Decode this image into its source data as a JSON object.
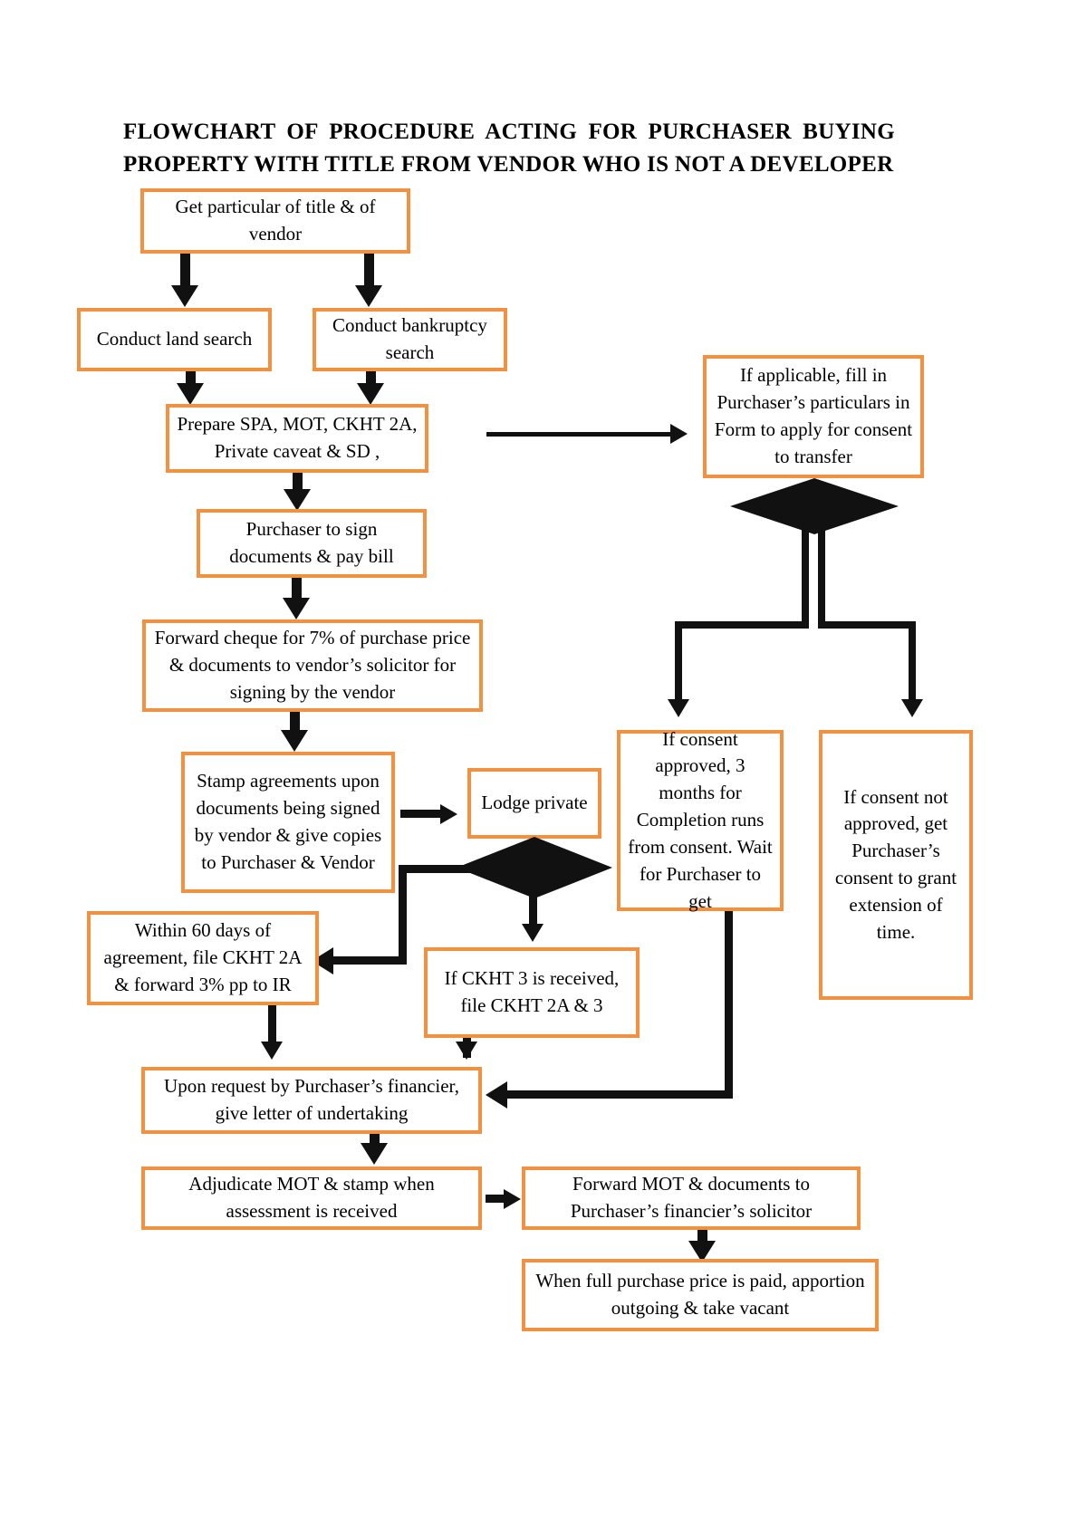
{
  "document": {
    "title": "FLOWCHART OF PROCEDURE ACTING FOR PURCHASER BUYING PROPERTY WITH TITLE FROM VENDOR WHO IS NOT A DEVELOPER"
  },
  "theme": {
    "box_border_color": "#F2913F",
    "box_fill_color": "#FFFFFF",
    "connector_color": "#111111",
    "text_color": "#000000",
    "page_background": "#FFFFFF"
  },
  "chart_data": {
    "type": "diagram",
    "subtype": "flowchart",
    "title": "FLOWCHART OF PROCEDURE ACTING FOR PURCHASER BUYING PROPERTY WITH TITLE FROM VENDOR WHO IS NOT A DEVELOPER",
    "nodes": [
      {
        "id": "n1",
        "shape": "process",
        "text": "Get particular of title & of vendor"
      },
      {
        "id": "n2",
        "shape": "process",
        "text": "Conduct land search"
      },
      {
        "id": "n3",
        "shape": "process",
        "text": "Conduct bankruptcy search"
      },
      {
        "id": "n4",
        "shape": "process",
        "text": "Prepare SPA, MOT, CKHT 2A, Private caveat & SD ,"
      },
      {
        "id": "n5",
        "shape": "process",
        "text": "If applicable, fill in Purchaser’s particulars in Form to apply for consent to transfer"
      },
      {
        "id": "d1",
        "shape": "decision",
        "text": ""
      },
      {
        "id": "n6",
        "shape": "process",
        "text": "Purchaser to sign documents & pay bill"
      },
      {
        "id": "n7",
        "shape": "process",
        "text": "Forward cheque for 7% of purchase price & documents to vendor’s solicitor for signing by the vendor"
      },
      {
        "id": "n8",
        "shape": "process",
        "text": "If consent approved, 3 months for Completion runs from consent. Wait for Purchaser to get"
      },
      {
        "id": "n9",
        "shape": "process",
        "text": "If consent not approved, get Purchaser’s consent to grant extension of time."
      },
      {
        "id": "n10",
        "shape": "process",
        "text": "Stamp agreements upon documents being signed by vendor & give copies to Purchaser & Vendor"
      },
      {
        "id": "n11",
        "shape": "process",
        "text": "Lodge private"
      },
      {
        "id": "d2",
        "shape": "decision",
        "text": ""
      },
      {
        "id": "n12",
        "shape": "process",
        "text": "Within 60 days of agreement, file CKHT 2A & forward 3% pp to IR"
      },
      {
        "id": "n13",
        "shape": "process",
        "text": "If CKHT 3 is received, file CKHT 2A & 3"
      },
      {
        "id": "n14",
        "shape": "process",
        "text": "Upon request by Purchaser’s financier, give letter of undertaking"
      },
      {
        "id": "n15",
        "shape": "process",
        "text": "Adjudicate MOT & stamp when assessment is received"
      },
      {
        "id": "n16",
        "shape": "process",
        "text": "Forward MOT & documents to Purchaser’s financier’s solicitor"
      },
      {
        "id": "n17",
        "shape": "process",
        "text": "When full purchase price is paid, apportion outgoing & take vacant"
      }
    ],
    "edges": [
      {
        "from": "n1",
        "to": "n2",
        "style": "elbow-down-left"
      },
      {
        "from": "n1",
        "to": "n3",
        "style": "elbow-down-right"
      },
      {
        "from": "n2",
        "to": "n4",
        "style": "down"
      },
      {
        "from": "n3",
        "to": "n4",
        "style": "down"
      },
      {
        "from": "n4",
        "to": "n5",
        "style": "right"
      },
      {
        "from": "n4",
        "to": "n6",
        "style": "down"
      },
      {
        "from": "n5",
        "to": "d1",
        "style": "down"
      },
      {
        "from": "d1",
        "to": "n8",
        "style": "elbow-down-left"
      },
      {
        "from": "d1",
        "to": "n9",
        "style": "elbow-down-right"
      },
      {
        "from": "n6",
        "to": "n7",
        "style": "down"
      },
      {
        "from": "n7",
        "to": "n10",
        "style": "down"
      },
      {
        "from": "n10",
        "to": "n11",
        "style": "right"
      },
      {
        "from": "n11",
        "to": "d2",
        "style": "down"
      },
      {
        "from": "d2",
        "to": "n12",
        "style": "elbow-left"
      },
      {
        "from": "d2",
        "to": "n13",
        "style": "down"
      },
      {
        "from": "n12",
        "to": "n14",
        "style": "down"
      },
      {
        "from": "n13",
        "to": "n14",
        "style": "down"
      },
      {
        "from": "n8",
        "to": "n14",
        "style": "elbow-down-left"
      },
      {
        "from": "n14",
        "to": "n15",
        "style": "down"
      },
      {
        "from": "n15",
        "to": "n16",
        "style": "right"
      },
      {
        "from": "n16",
        "to": "n17",
        "style": "down"
      }
    ]
  },
  "nodes": {
    "n1": "Get particular of title & of vendor",
    "n2": "Conduct land search",
    "n3": "Conduct bankruptcy search",
    "n4": "Prepare SPA, MOT, CKHT 2A, Private caveat & SD ,",
    "n5": "If applicable, fill in Purchaser’s particulars in Form to apply for consent to transfer",
    "n6": "Purchaser to sign documents & pay bill",
    "n7": "Forward cheque for 7% of purchase price & documents to vendor’s solicitor for signing by the vendor",
    "n8": "If consent approved, 3 months for Completion runs from consent. Wait for Purchaser to get",
    "n9": "If consent not approved, get Purchaser’s consent to grant extension of time.",
    "n10": "Stamp agreements upon documents being signed by vendor & give copies to Purchaser & Vendor",
    "n11": "Lodge private",
    "n12": "Within 60 days of agreement, file CKHT 2A & forward 3% pp to IR",
    "n13": "If CKHT 3 is received, file CKHT 2A & 3",
    "n14": "Upon request by Purchaser’s financier, give letter of undertaking",
    "n15": "Adjudicate MOT & stamp when assessment is received",
    "n16": "Forward MOT & documents to Purchaser’s financier’s solicitor",
    "n17": "When full purchase price is paid, apportion outgoing & take vacant"
  }
}
